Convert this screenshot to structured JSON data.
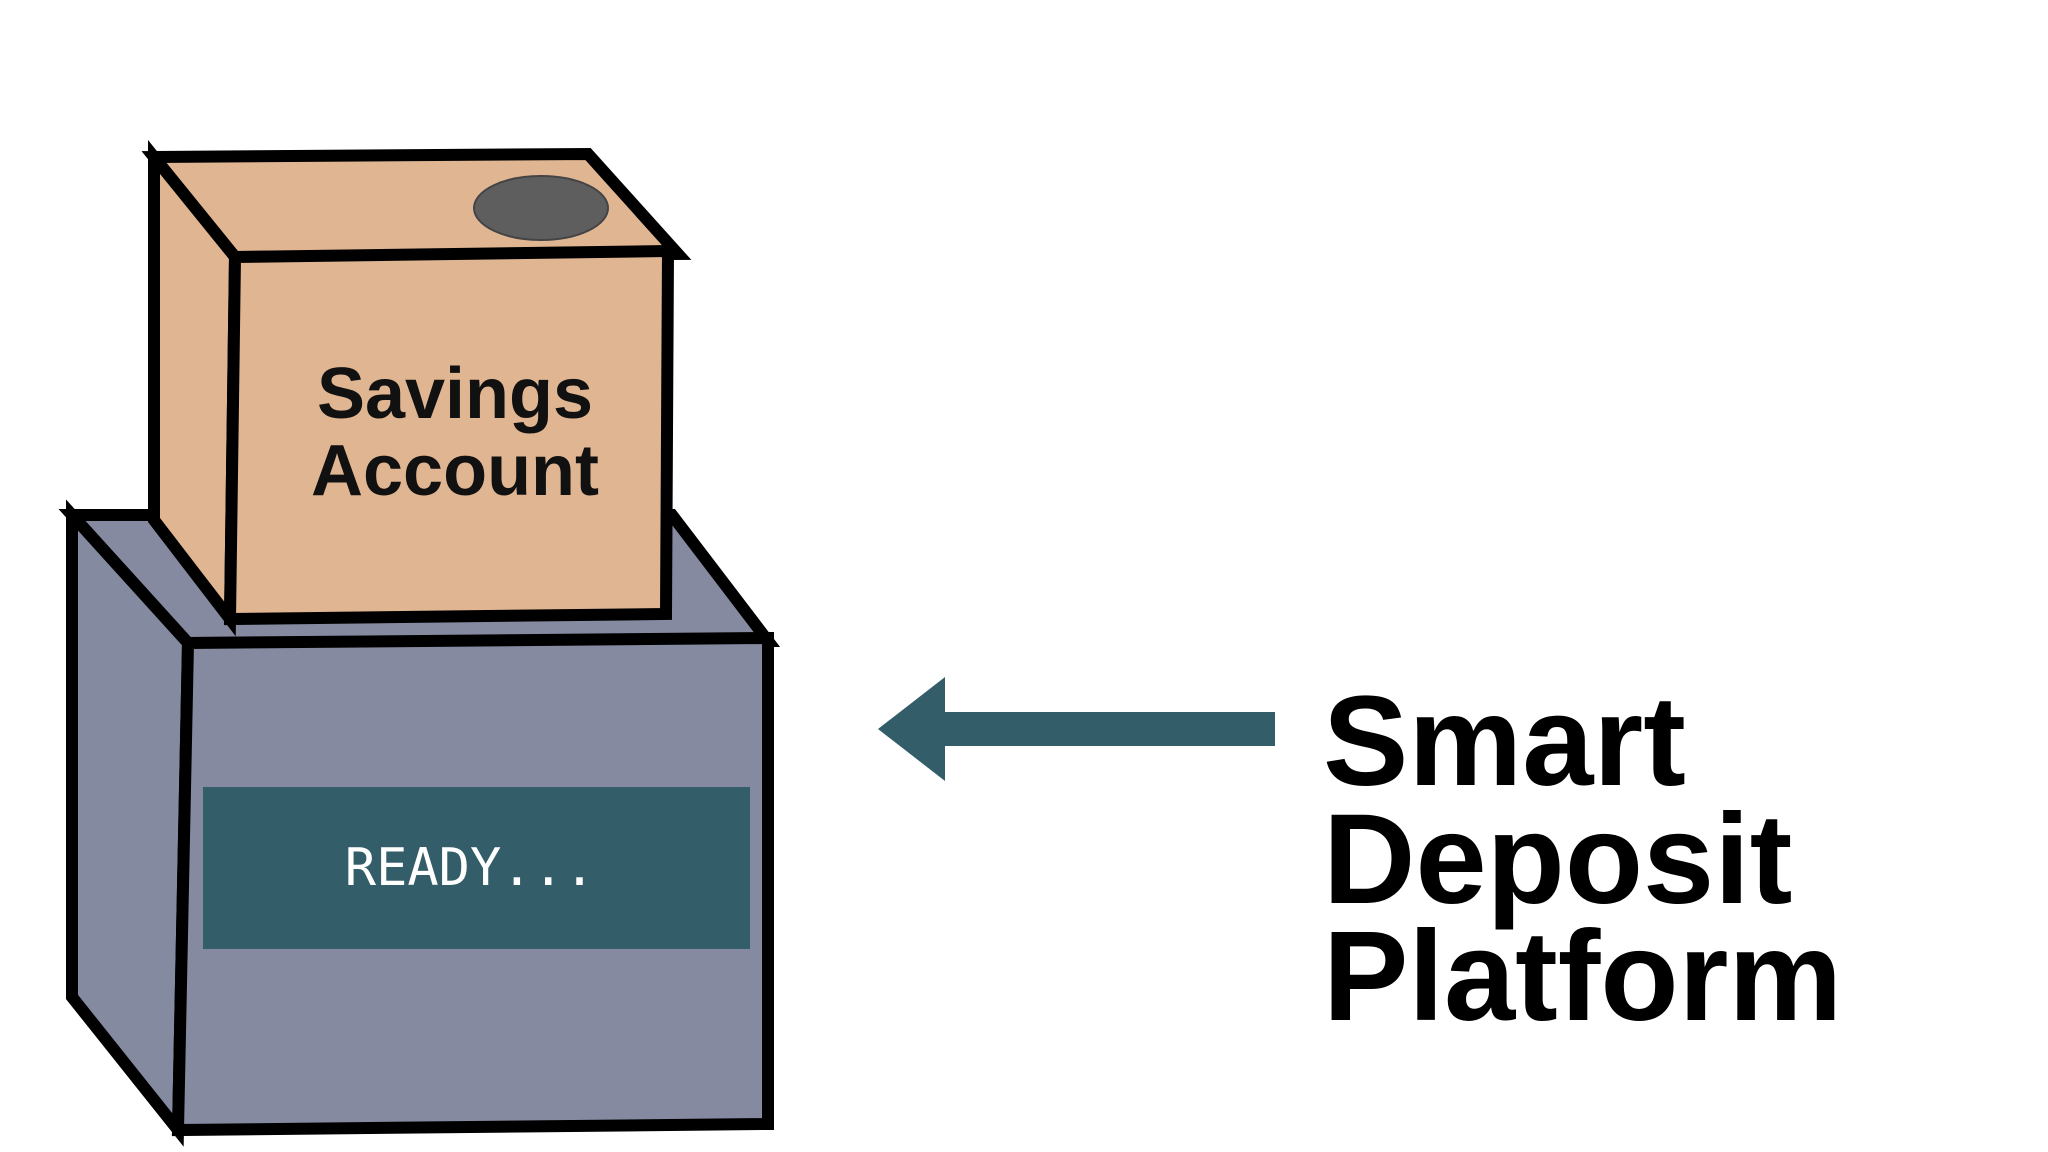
{
  "savings_box": {
    "label_line1": "Savings",
    "label_line2": "Account"
  },
  "deposit_machine": {
    "status": "READY..."
  },
  "platform": {
    "line1": "Smart",
    "line2": "Deposit",
    "line3": "Platform"
  },
  "colors": {
    "savings_box": "#e0b592",
    "coin_slot": "#5e5e5e",
    "machine_body": "#868aa0",
    "screen": "#335d69",
    "arrow": "#335d69",
    "outline": "#000000"
  }
}
